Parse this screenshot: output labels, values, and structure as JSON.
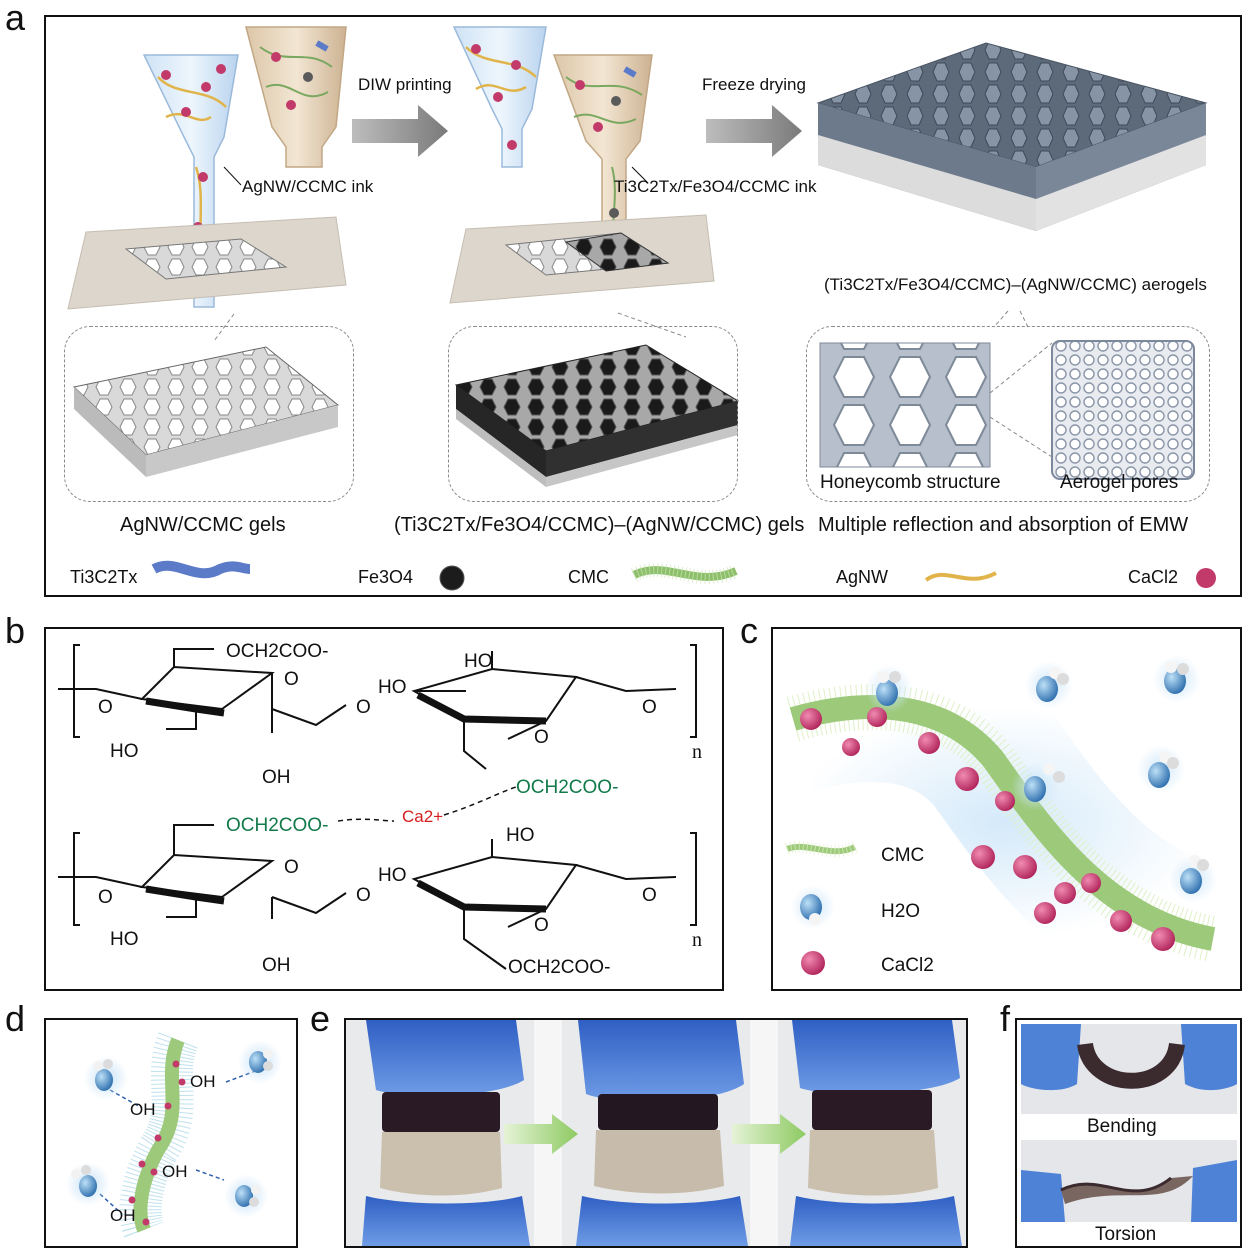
{
  "panel_labels": {
    "a": "a",
    "b": "b",
    "c": "c",
    "d": "d",
    "e": "e",
    "f": "f"
  },
  "panel_a": {
    "arrow1": "DIW printing",
    "arrow2": "Freeze drying",
    "ink1": "AgNW/CCMC ink",
    "ink2": "Ti3C2Tx/Fe3O4/CCMC ink",
    "aerogel_caption": "(Ti3C2Tx/Fe3O4/CCMC)–(AgNW/CCMC) aerogels",
    "inset_honeycomb": "Honeycomb structure",
    "inset_pores": "Aerogel pores",
    "caption1": "AgNW/CCMC gels",
    "caption2": "(Ti3C2Tx/Fe3O4/CCMC)–(AgNW/CCMC) gels",
    "caption3": "Multiple reflection and absorption of EMW",
    "legend": [
      "Ti3C2Tx",
      "Fe3O4",
      "CMC",
      "AgNW",
      "CaCl2"
    ]
  },
  "panel_b": {
    "ho": "HO",
    "oh": "OH",
    "o": "O",
    "n": "n",
    "g_top": "OCH2COO-",
    "g_green": "OCH2COO-",
    "ca": "Ca2+"
  },
  "panel_c": {
    "legend": [
      "CMC",
      "H2O",
      "CaCl2"
    ]
  },
  "panel_d": {
    "oh": "OH"
  },
  "panel_f": {
    "bending": "Bending",
    "torsion": "Torsion"
  },
  "colors": {
    "ca_red": "#d61f1f",
    "carboxyl_green": "#127a4a",
    "cacl2_pink": "#c23a6a",
    "water_blue": "#3a86c8",
    "cmc_green": "#8cbf6a",
    "agnw_gold": "#e0b44a",
    "ti3c2_blue": "#5b7ac7"
  }
}
